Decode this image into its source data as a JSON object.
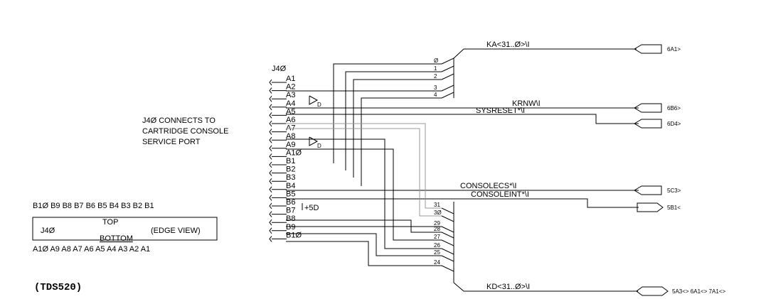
{
  "connector": {
    "name": "J4Ø",
    "pins_left": [
      "A1",
      "A2",
      "A3",
      "A4",
      "A5",
      "A6",
      "A7",
      "A8",
      "A9",
      "A1Ø",
      "B1",
      "B2",
      "B3",
      "B4",
      "B5",
      "B6",
      "B7",
      "B8",
      "B9",
      "B1Ø"
    ]
  },
  "note": {
    "line1": "J4Ø CONNECTS TO",
    "line2": "CARTRIDGE CONSOLE",
    "line3": "SERVICE PORT"
  },
  "edge_view": {
    "top_pins": "B1Ø B9 B8 B7 B6 B5 B4 B3 B2 B1",
    "bottom_pins": "A1Ø A9 A8 A7 A6 A5 A4 A3 A2 A1",
    "label": "J4Ø",
    "top": "TOP",
    "bottom": "BOTTOM",
    "view": "(EDGE VIEW)"
  },
  "model": "(TDS520)",
  "bus_top": {
    "name": "KA<31..Ø>\\I",
    "bits": [
      "Ø",
      "1",
      "2",
      "3",
      "4"
    ]
  },
  "bus_bottom": {
    "name": "KD<31..Ø>\\I",
    "bits": [
      "31",
      "3Ø",
      "29",
      "28",
      "27",
      "26",
      "25",
      "24"
    ]
  },
  "signals": {
    "krnw": "KRNW\\I",
    "sysreset": "SYSRESET*\\I",
    "consolecs": "CONSOLECS*\\I",
    "consoleint": "CONSOLEINT*\\I",
    "plus5d": "+5D",
    "diode_a4": "D",
    "diode_a9": "D"
  },
  "offpage": {
    "ka": "6A1>",
    "krnw": "6B6>",
    "sysreset": "6D4>",
    "consolecs": "5C3>",
    "consoleint": "5B1<",
    "kd": "5A3<> 6A1<> 7A1<>"
  }
}
